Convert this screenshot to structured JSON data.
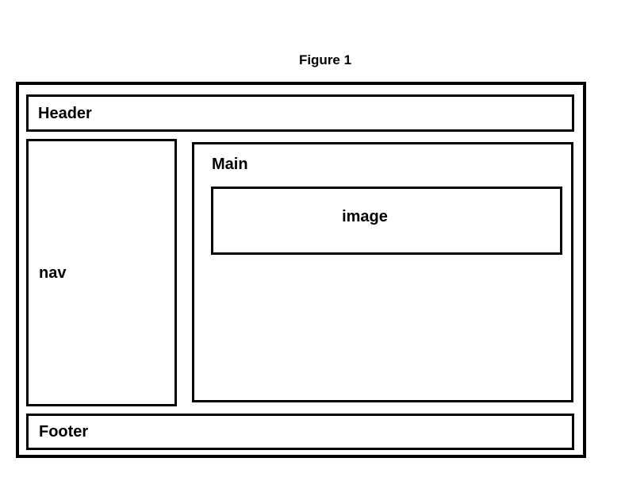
{
  "figure": {
    "caption": "Figure 1"
  },
  "diagram": {
    "header": {
      "label": "Header"
    },
    "nav": {
      "label": "nav"
    },
    "main": {
      "label": "Main",
      "image": {
        "label": "image"
      }
    },
    "footer": {
      "label": "Footer"
    }
  },
  "colors": {
    "border": "#000000",
    "background": "#ffffff",
    "text": "#000000"
  }
}
